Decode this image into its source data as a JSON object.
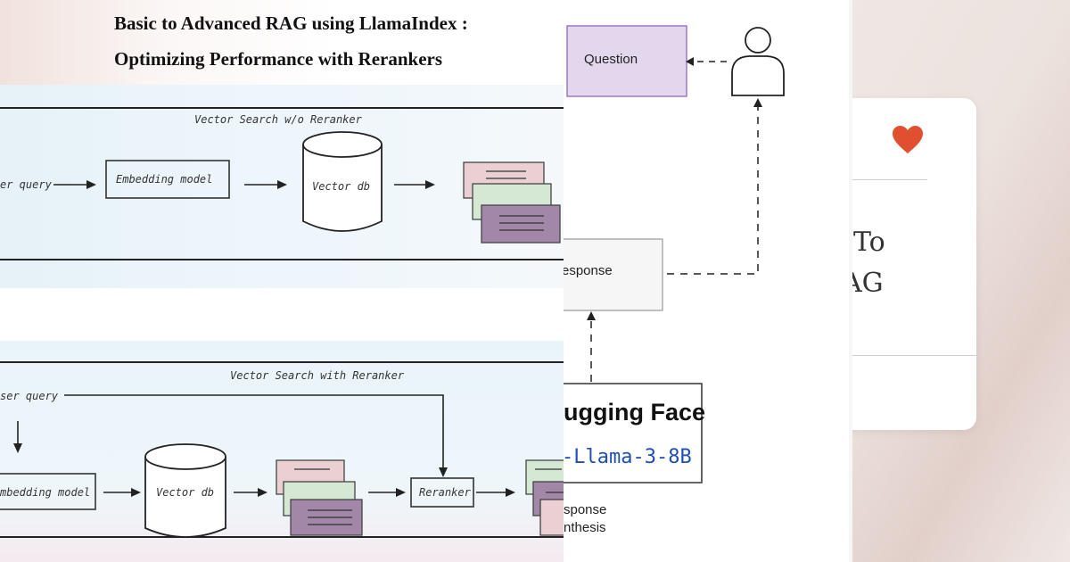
{
  "article": {
    "title_line1": "Basic to Advanced RAG using LlamaIndex :",
    "title_line2": "Optimizing Performance with Rerankers"
  },
  "diagram_top": {
    "title": "Vector Search w/o Reranker",
    "user_query": "er query",
    "embedding_model": "Embedding model",
    "vector_db": "Vector db"
  },
  "diagram_bottom": {
    "title": "Vector Search with Reranker",
    "user_query": "ser query",
    "embedding_model": "mbedding model",
    "vector_db": "Vector db",
    "reranker": "Reranker"
  },
  "flow": {
    "question": "Question",
    "response": "esponse",
    "hf_title": "ugging Face",
    "hf_model": "-Llama-3-8B",
    "synth_line1": "sponse",
    "synth_line2": "nthesis"
  },
  "card": {
    "text_line1": "To",
    "text_line2": "AG",
    "heart_icon": "heart-icon"
  },
  "colors": {
    "question_fill": "#e3d7ed",
    "question_stroke": "#9b78c0",
    "doc_pink": "#ead0d3",
    "doc_green": "#d5e8d4",
    "doc_purple": "#a287a8",
    "hf_model_text": "#1f4fb3",
    "heart": "#e0502f"
  }
}
